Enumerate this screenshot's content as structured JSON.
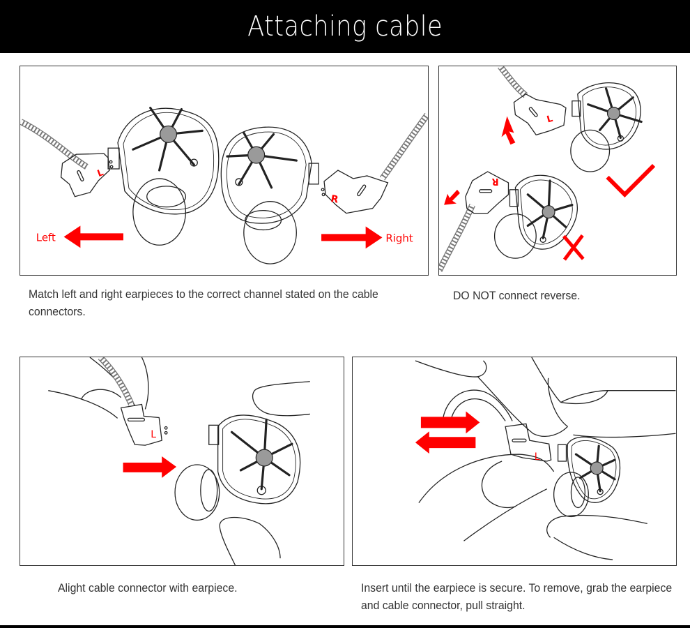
{
  "header": {
    "title": "Attaching cable"
  },
  "panels": {
    "match_channels": {
      "left_label": "Left",
      "right_label": "Right",
      "left_connector_mark": "L",
      "right_connector_mark": "R",
      "caption": "Match left and right earpieces to the correct channel stated on the cable connectors."
    },
    "do_not_reverse": {
      "correct_connector_mark": "L",
      "wrong_connector_mark": "R",
      "correct_indicator": "check-mark",
      "wrong_indicator": "cross-mark",
      "caption": "DO NOT connect reverse."
    },
    "align": {
      "connector_mark": "L",
      "caption": "Alight cable connector with earpiece."
    },
    "insert": {
      "connector_mark": "L",
      "caption": "Insert until the earpiece is secure. To remove, grab the earpiece and cable connector, pull straight."
    }
  },
  "colors": {
    "accent": "#ff0000",
    "header_bg": "#000000",
    "header_text": "#ffffff",
    "caption_text": "#333333",
    "frame": "#333333"
  }
}
